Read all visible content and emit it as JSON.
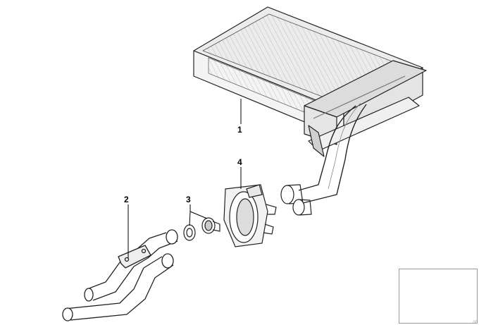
{
  "callouts": [
    {
      "id": "1",
      "label": "1"
    },
    {
      "id": "2",
      "label": "2"
    },
    {
      "id": "3",
      "label": "3"
    },
    {
      "id": "4",
      "label": "4"
    }
  ],
  "document_id": "00"
}
